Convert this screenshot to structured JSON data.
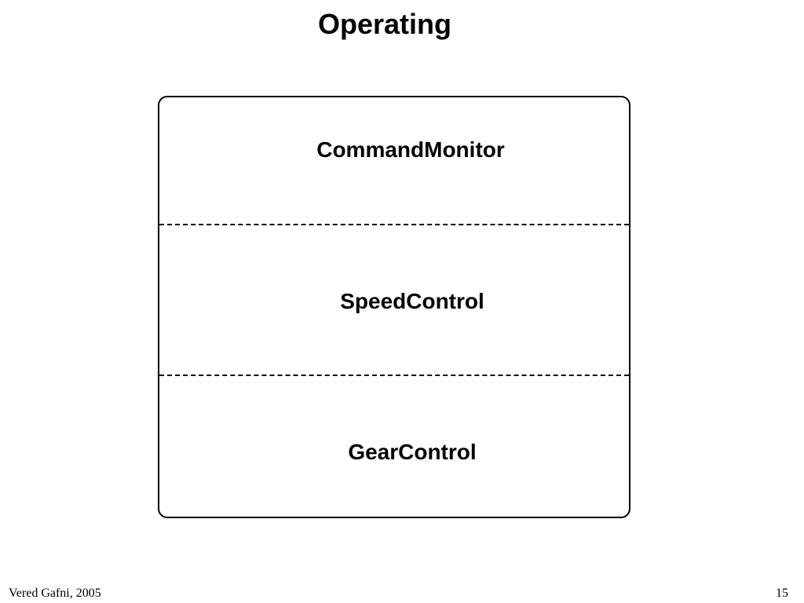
{
  "slide": {
    "title": "Operating"
  },
  "state": {
    "regions": [
      {
        "label": "CommandMonitor"
      },
      {
        "label": "SpeedControl"
      },
      {
        "label": "GearControl"
      }
    ]
  },
  "footer": {
    "author": "Vered Gafni, 2005",
    "page_number": "15"
  }
}
